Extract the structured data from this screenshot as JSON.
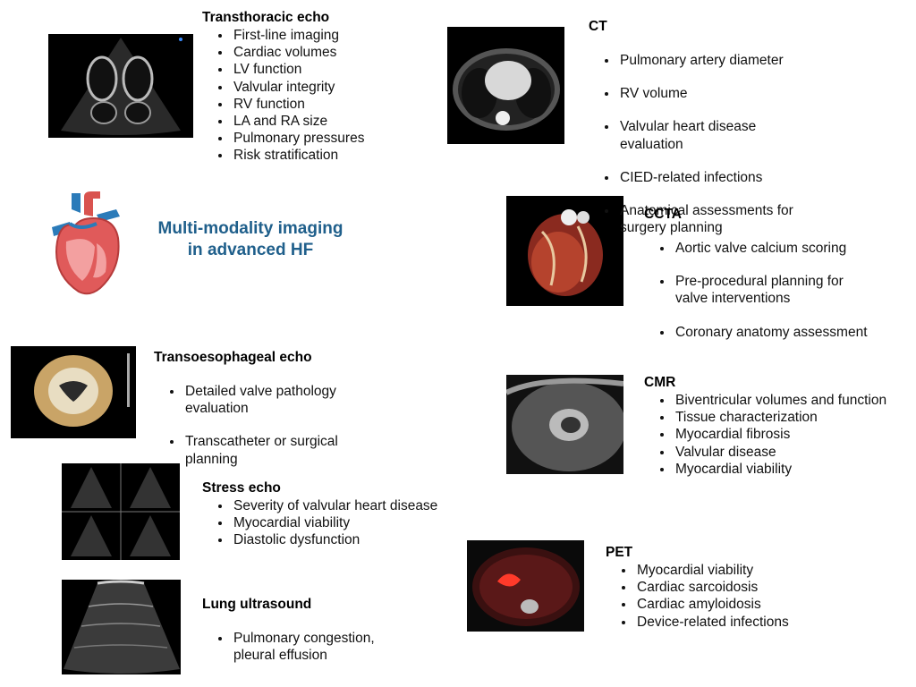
{
  "center": {
    "title_line1": "Multi-modality imaging",
    "title_line2": "in advanced HF",
    "icon": "heart-anatomy-icon"
  },
  "modalities": [
    {
      "key": "tte",
      "title": "Transthoracic echo",
      "items": [
        "First-line imaging",
        "Cardiac volumes",
        "LV function",
        "Valvular integrity",
        "RV function",
        "LA and RA size",
        "Pulmonary pressures",
        "Risk stratification"
      ]
    },
    {
      "key": "ct",
      "title": "CT",
      "items": [
        "Pulmonary artery diameter",
        "RV volume",
        "Valvular heart disease\nevaluation",
        "CIED-related infections",
        "Anatomical assessments for\nsurgery planning"
      ]
    },
    {
      "key": "ccta",
      "title": "CCTA",
      "items": [
        "Aortic valve calcium scoring",
        "Pre-procedural planning for\nvalve interventions",
        "Coronary anatomy assessment"
      ]
    },
    {
      "key": "tee",
      "title": "Transoesophageal echo",
      "items": [
        "Detailed valve pathology\nevaluation",
        "Transcatheter or surgical\nplanning"
      ]
    },
    {
      "key": "cmr",
      "title": "CMR",
      "items": [
        "Biventricular volumes and function",
        "Tissue characterization",
        "Myocardial fibrosis",
        "Valvular disease",
        "Myocardial viability"
      ]
    },
    {
      "key": "stress",
      "title": "Stress echo",
      "items": [
        "Severity of valvular heart disease",
        "Myocardial viability",
        "Diastolic dysfunction"
      ]
    },
    {
      "key": "pet",
      "title": "PET",
      "items": [
        "Myocardial viability",
        "Cardiac sarcoidosis",
        "Cardiac amyloidosis",
        "Device-related infections"
      ]
    },
    {
      "key": "lus",
      "title": "Lung ultrasound",
      "items": [
        "Pulmonary congestion,\npleural effusion"
      ]
    }
  ],
  "colors": {
    "title_blue": "#1f5f8b",
    "heart_red": "#d9534f",
    "vessel_blue": "#2b7bb9"
  }
}
